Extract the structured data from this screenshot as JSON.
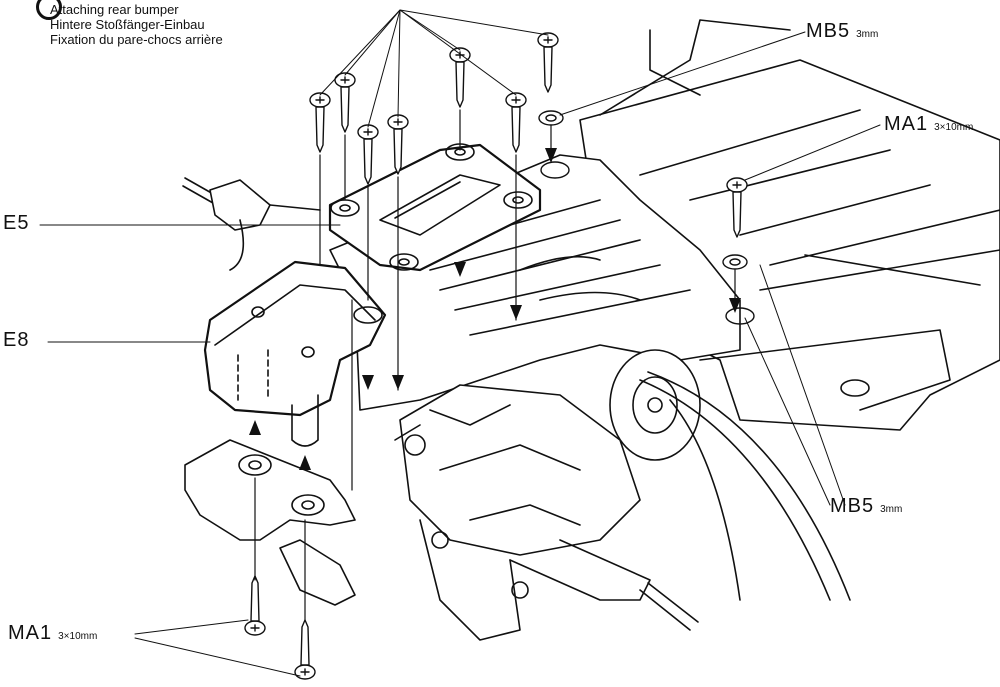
{
  "instruction": {
    "title_en": "Attaching rear bumper",
    "title_de": "Hintere Stoßfänger-Einbau",
    "title_fr": "Fixation du pare-chocs arrière"
  },
  "labels": {
    "mb5_top": {
      "code": "MB5",
      "spec": "3mm"
    },
    "ma1_right": {
      "code": "MA1",
      "spec": "3×10mm"
    },
    "e5": {
      "code": "E5"
    },
    "e8": {
      "code": "E8"
    },
    "mb5_bottom": {
      "code": "MB5",
      "spec": "3mm"
    },
    "ma1_bottom": {
      "code": "MA1",
      "spec": "3×10mm"
    }
  },
  "colors": {
    "ink": "#111111",
    "paper": "#ffffff"
  }
}
